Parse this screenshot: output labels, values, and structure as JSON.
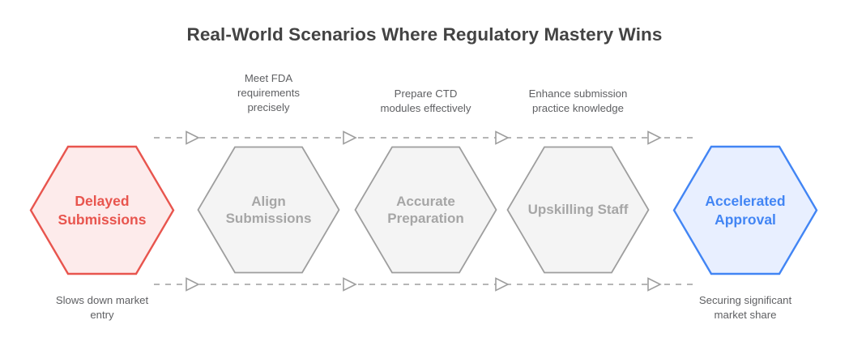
{
  "diagram": {
    "title": "Real-World Scenarios Where Regulatory Mastery Wins",
    "type": "process-flow-hexagons",
    "colors": {
      "title": "#434343",
      "start_stroke": "#e8554e",
      "start_fill": "#fdebeb",
      "start_text": "#e8554e",
      "mid_stroke": "#9e9e9e",
      "mid_fill": "#f4f4f4",
      "mid_text": "#a6a6a6",
      "end_stroke": "#4285f4",
      "end_fill": "#e8efff",
      "end_text": "#4285f4",
      "connector": "#9e9e9e",
      "caption_text": "#5f6063"
    },
    "nodes": [
      {
        "id": "delayed-submissions",
        "label": "Delayed\nSubmissions",
        "role": "start"
      },
      {
        "id": "align-submissions",
        "label": "Align\nSubmissions",
        "role": "step"
      },
      {
        "id": "accurate-preparation",
        "label": "Accurate\nPreparation",
        "role": "step"
      },
      {
        "id": "upskilling-staff",
        "label": "Upskilling Staff",
        "role": "step"
      },
      {
        "id": "accelerated-approval",
        "label": "Accelerated\nApproval",
        "role": "end"
      }
    ],
    "top_captions": [
      {
        "id": "meet-fda-requirements",
        "text": "Meet FDA\nrequirements\nprecisely"
      },
      {
        "id": "prepare-ctd-modules",
        "text": "Prepare CTD\nmodules effectively"
      },
      {
        "id": "enhance-submission-practice",
        "text": "Enhance submission\npractice knowledge"
      }
    ],
    "bottom_captions": [
      {
        "id": "slows-down-market-entry",
        "text": "Slows down market\nentry"
      },
      {
        "id": "securing-significant-market-share",
        "text": "Securing significant\nmarket share"
      }
    ],
    "connector_arrows": {
      "top_count": 4,
      "bottom_count": 4,
      "style": "dashed-with-open-triangle-arrowheads"
    }
  }
}
